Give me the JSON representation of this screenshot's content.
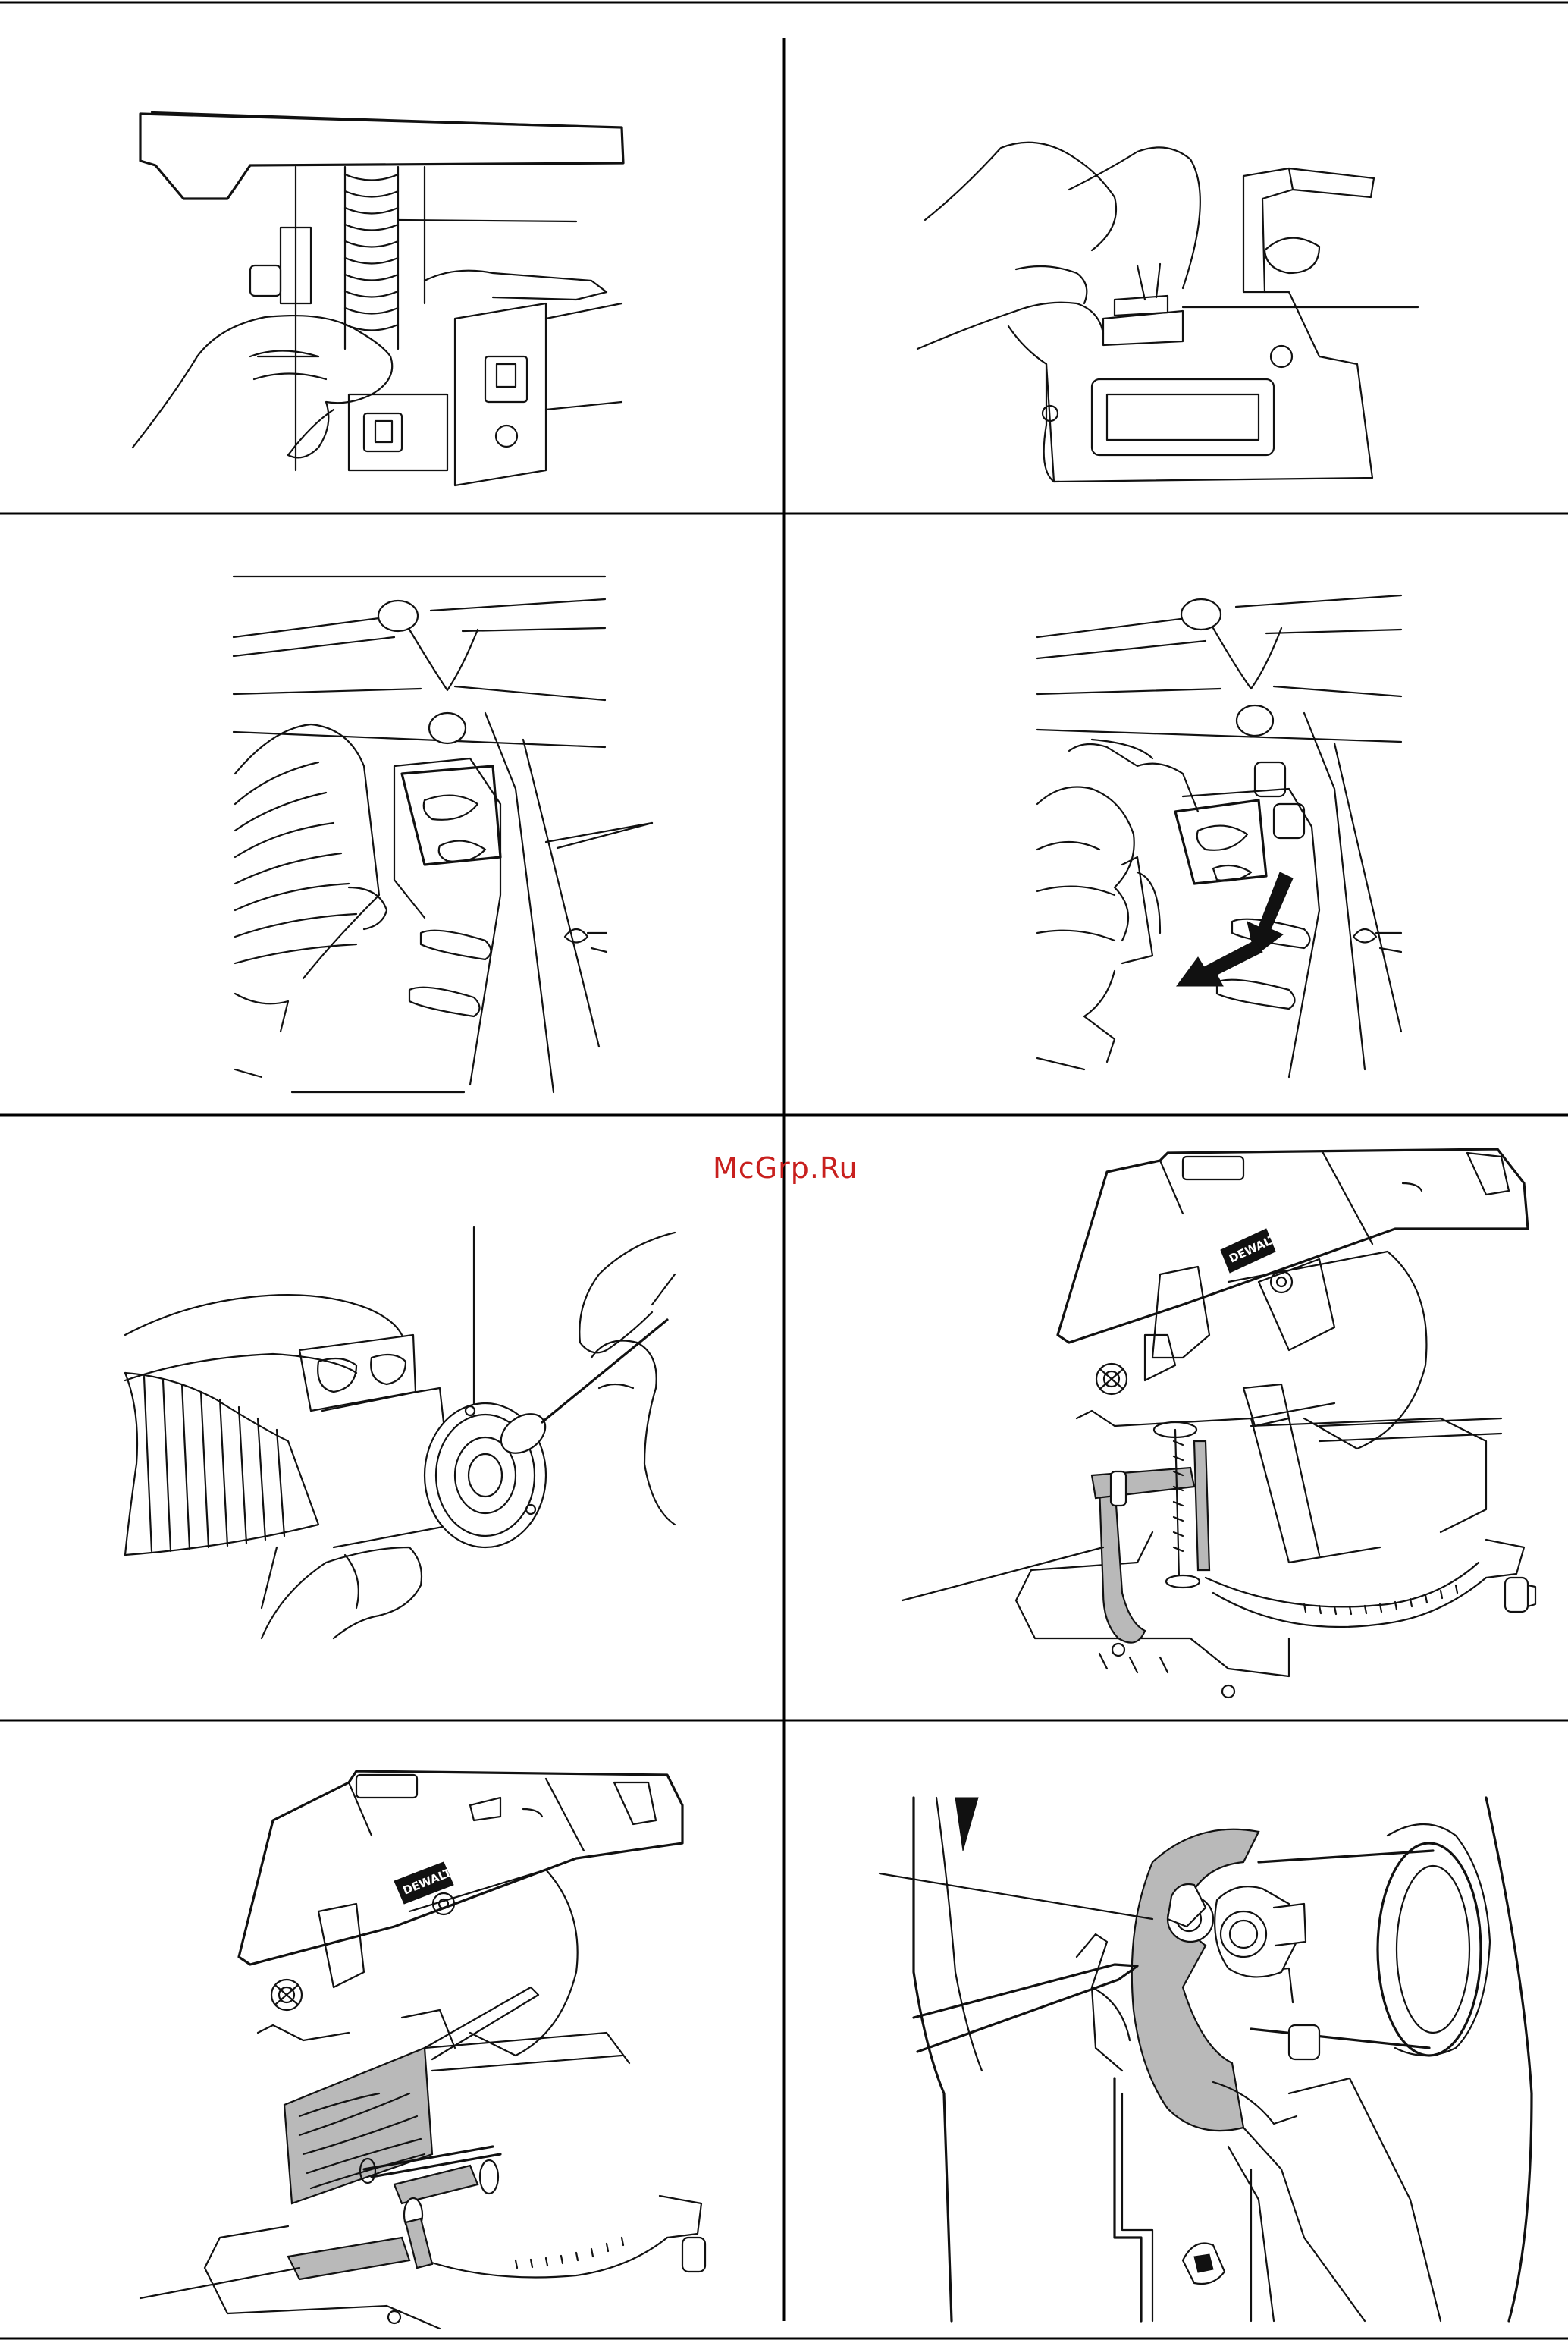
{
  "watermark": {
    "text": "McGrp.Ru",
    "color": "#c8201e"
  },
  "figures": [
    {
      "id": "fig-dust-hose-top"
    },
    {
      "id": "fig-dust-port-hand"
    },
    {
      "id": "fig-dust-outlet-detail"
    },
    {
      "id": "fig-dust-outlet-arrows"
    },
    {
      "id": "fig-port-cleaning"
    },
    {
      "id": "fig-material-clamp"
    },
    {
      "id": "fig-clamp-workpiece"
    },
    {
      "id": "fig-blade-wrench"
    }
  ]
}
